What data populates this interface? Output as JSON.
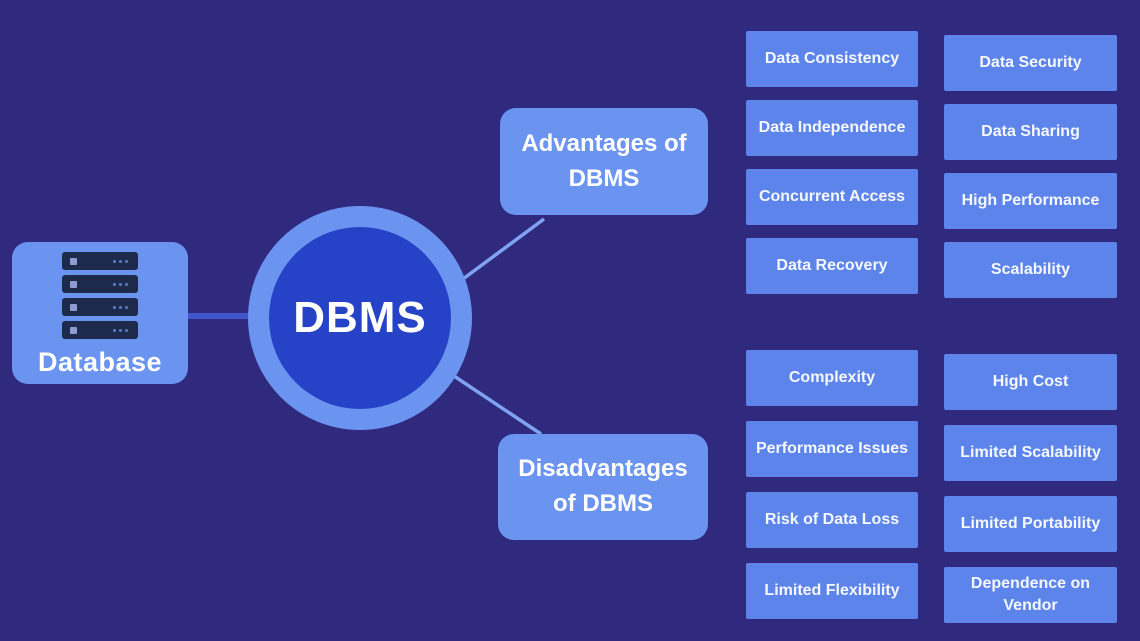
{
  "database": {
    "label": "Database",
    "icon": "server-stack-icon"
  },
  "dbms": {
    "label": "DBMS"
  },
  "advantages": {
    "title": "Advantages of DBMS",
    "items": [
      "Data Consistency",
      "Data Security",
      "Data Independence",
      "Data Sharing",
      "Concurrent Access",
      "High Performance",
      "Data Recovery",
      "Scalability"
    ]
  },
  "disadvantages": {
    "title": "Disadvantages of DBMS",
    "items": [
      "Complexity",
      "High Cost",
      "Performance Issues",
      "Limited Scalability",
      "Risk of Data Loss",
      "Limited Portability",
      "Limited Flexibility",
      "Dependence on Vendor"
    ]
  },
  "colors": {
    "background": "#2f2a7d",
    "node_light_blue": "#6b93f0",
    "item_box_blue": "#5c84ea",
    "dbms_inner_blue": "#2642c7",
    "connector_primary": "#4156c9",
    "connector_light": "#7fa2f3",
    "text": "#ffffff",
    "server_icon_dark": "#1e2a4b"
  }
}
